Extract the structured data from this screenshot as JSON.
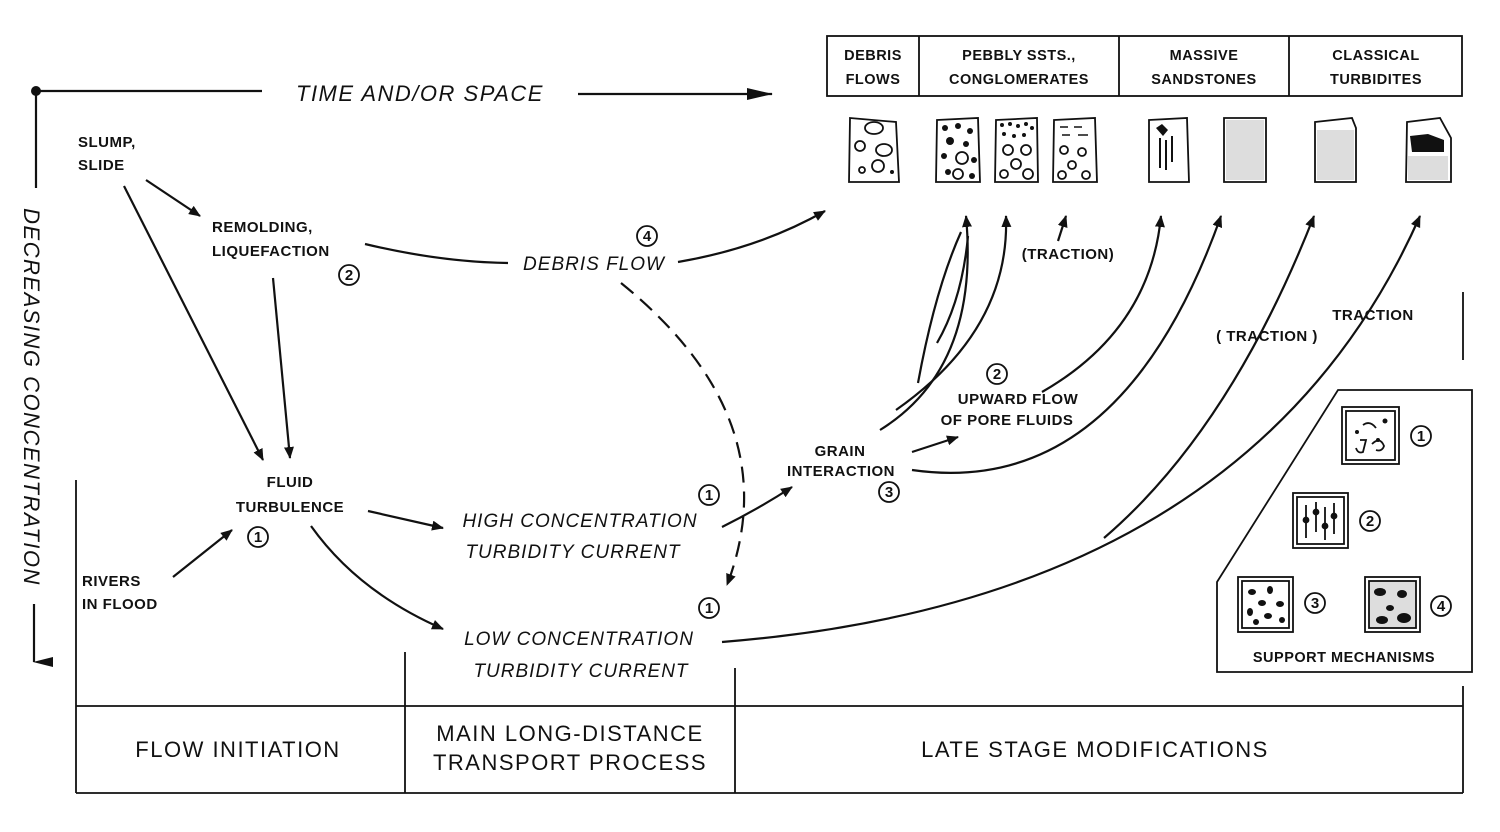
{
  "axes": {
    "horizontal_label": "TIME AND/OR SPACE",
    "vertical_label": "DECREASING CONCENTRATION"
  },
  "deposit_headers": [
    {
      "line1": "DEBRIS",
      "line2": "FLOWS"
    },
    {
      "line1": "PEBBLY SSTS.,",
      "line2": "CONGLOMERATES"
    },
    {
      "line1": "MASSIVE",
      "line2": "SANDSTONES"
    },
    {
      "line1": "CLASSICAL",
      "line2": "TURBIDITES"
    }
  ],
  "nodes": {
    "slump": {
      "line1": "SLUMP,",
      "line2": "SLIDE"
    },
    "remolding": {
      "line1": "REMOLDING,",
      "line2": "LIQUEFACTION",
      "num": "2"
    },
    "debris_flow": {
      "label": "DEBRIS FLOW",
      "num": "4"
    },
    "fluid_turbulence": {
      "line1": "FLUID",
      "line2": "TURBULENCE",
      "num": "1"
    },
    "rivers": {
      "line1": "RIVERS",
      "line2": "IN FLOOD"
    },
    "high_tc": {
      "line1": "HIGH CONCENTRATION",
      "line2": "TURBIDITY CURRENT",
      "num": "1"
    },
    "low_tc": {
      "line1": "LOW CONCENTRATION",
      "line2": "TURBIDITY CURRENT",
      "num": "1"
    },
    "grain_interaction": {
      "line1": "GRAIN",
      "line2": "INTERACTION",
      "num": "3"
    },
    "upward_flow": {
      "num": "2",
      "line1": "UPWARD FLOW",
      "line2": "OF PORE FLUIDS"
    },
    "traction_a": "(TRACTION)",
    "traction_b": "( TRACTION )",
    "traction_c": "TRACTION"
  },
  "support": {
    "title": "SUPPORT MECHANISMS",
    "nums": [
      "1",
      "2",
      "3",
      "4"
    ]
  },
  "stages": {
    "initiation": "FLOW INITIATION",
    "transport_line1": "MAIN LONG-DISTANCE",
    "transport_line2": "TRANSPORT PROCESS",
    "late": "LATE STAGE MODIFICATIONS"
  }
}
